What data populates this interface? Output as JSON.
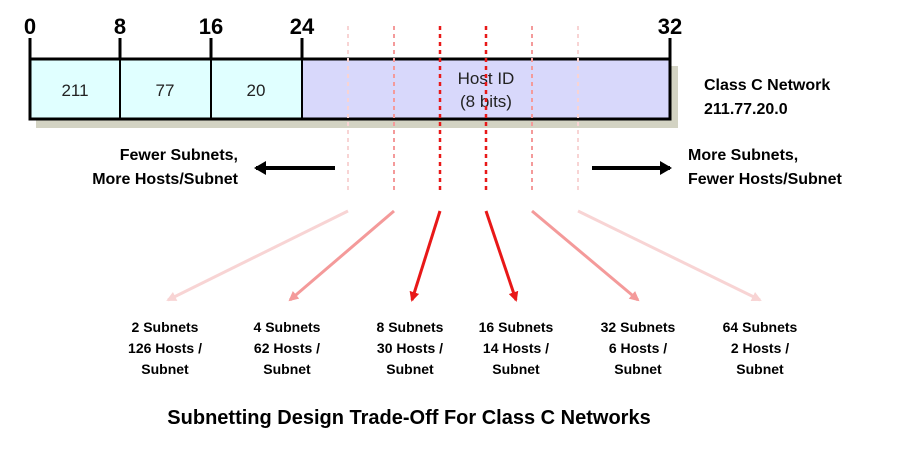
{
  "bit_ticks": [
    "0",
    "8",
    "16",
    "24",
    "32"
  ],
  "address_fields": [
    "211",
    "77",
    "20"
  ],
  "host_field": {
    "line1": "Host ID",
    "line2": "(8 bits)"
  },
  "network_label": {
    "line1": "Class C Network",
    "line2": "211.77.20.0"
  },
  "left_label": {
    "line1": "Fewer Subnets,",
    "line2": "More Hosts/Subnet"
  },
  "right_label": {
    "line1": "More Subnets,",
    "line2": "Fewer Hosts/Subnet"
  },
  "options": [
    {
      "line1": "2 Subnets",
      "line2": "126 Hosts /",
      "line3": "Subnet",
      "color": "#f8d4d4"
    },
    {
      "line1": "4 Subnets",
      "line2": "62 Hosts /",
      "line3": "Subnet",
      "color": "#f49a9a"
    },
    {
      "line1": "8 Subnets",
      "line2": "30 Hosts /",
      "line3": "Subnet",
      "color": "#e81818"
    },
    {
      "line1": "16 Subnets",
      "line2": "14 Hosts /",
      "line3": "Subnet",
      "color": "#e81818"
    },
    {
      "line1": "32 Subnets",
      "line2": "6 Hosts /",
      "line3": "Subnet",
      "color": "#f49a9a"
    },
    {
      "line1": "64 Subnets",
      "line2": "2 Hosts /",
      "line3": "Subnet",
      "color": "#f8d4d4"
    }
  ],
  "caption": "Subnetting Design Trade-Off For Class C Networks",
  "colors": {
    "network_fill": "#e0ffff",
    "host_fill": "#d8d8fb",
    "shadow": "#d3d3c3",
    "border": "#000000"
  }
}
